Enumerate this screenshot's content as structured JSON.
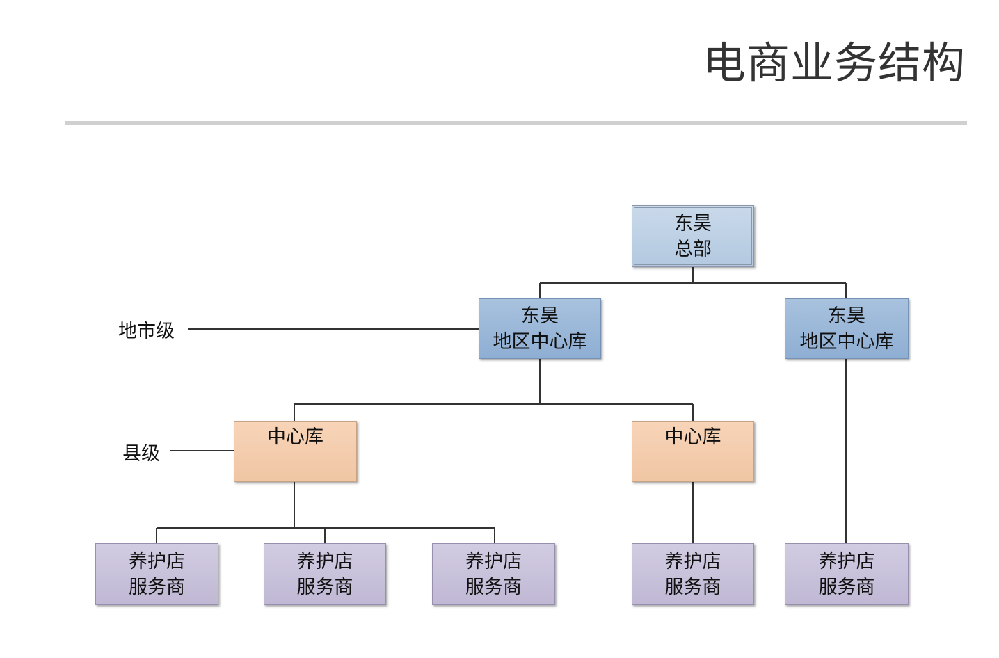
{
  "title": "电商业务结构",
  "levels": {
    "city": "地市级",
    "county": "县级"
  },
  "nodes": {
    "hq": {
      "line1": "东昊",
      "line2": "总部"
    },
    "region_left": {
      "line1": "东昊",
      "line2": "地区中心库"
    },
    "region_right": {
      "line1": "东昊",
      "line2": "地区中心库"
    },
    "county_left": {
      "line1": "中心库"
    },
    "county_right": {
      "line1": "中心库"
    },
    "shops": [
      {
        "line1": "养护店",
        "line2": "服务商"
      },
      {
        "line1": "养护店",
        "line2": "服务商"
      },
      {
        "line1": "养护店",
        "line2": "服务商"
      },
      {
        "line1": "养护店",
        "line2": "服务商"
      },
      {
        "line1": "养护店",
        "line2": "服务商"
      }
    ]
  }
}
